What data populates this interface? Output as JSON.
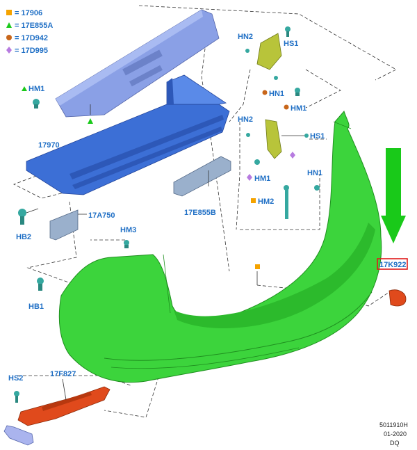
{
  "legend": [
    {
      "symbol": "square",
      "color": "#f5a300",
      "text": "= 17906"
    },
    {
      "symbol": "triangle",
      "color": "#19c919",
      "text": "= 17E855A"
    },
    {
      "symbol": "circle",
      "color": "#c8661a",
      "text": "= 17D942"
    },
    {
      "symbol": "diamond",
      "color": "#b77be0",
      "text": "= 17D995"
    }
  ],
  "labels": {
    "hm1_left": "HM1",
    "p17970": "17970",
    "hb2": "HB2",
    "p17a750": "17A750",
    "p17e855b": "17E855B",
    "hm3": "HM3",
    "hb1": "HB1",
    "hn2_top": "HN2",
    "hs1_top": "HS1",
    "hn1_top": "HN1",
    "hm1_top": "HM1",
    "hn2_mid": "HN2",
    "hs1_mid": "HS1",
    "hm1_mid": "HM1",
    "hn1_mid": "HN1",
    "hm2": "HM2",
    "p17k922": "17K922",
    "hs2": "HS2",
    "p17f827": "17F827"
  },
  "footer": {
    "line1": "5011910H",
    "line2": "01-2020",
    "line3": "DQ"
  },
  "colors": {
    "label_blue": "#1f6fc5",
    "bumper_green": "#3cd43c",
    "reinforcement_blue": "#3c6fd6",
    "beam_lavender": "#8aa0e6",
    "bracket_grey": "#9ab0cc",
    "absorber_red": "#e04a1c",
    "bracket_yellow": "#b8c43a",
    "arrow_green": "#19c919",
    "highlight_red": "#e01a1a",
    "nav_arrow": "#aab4ee"
  }
}
